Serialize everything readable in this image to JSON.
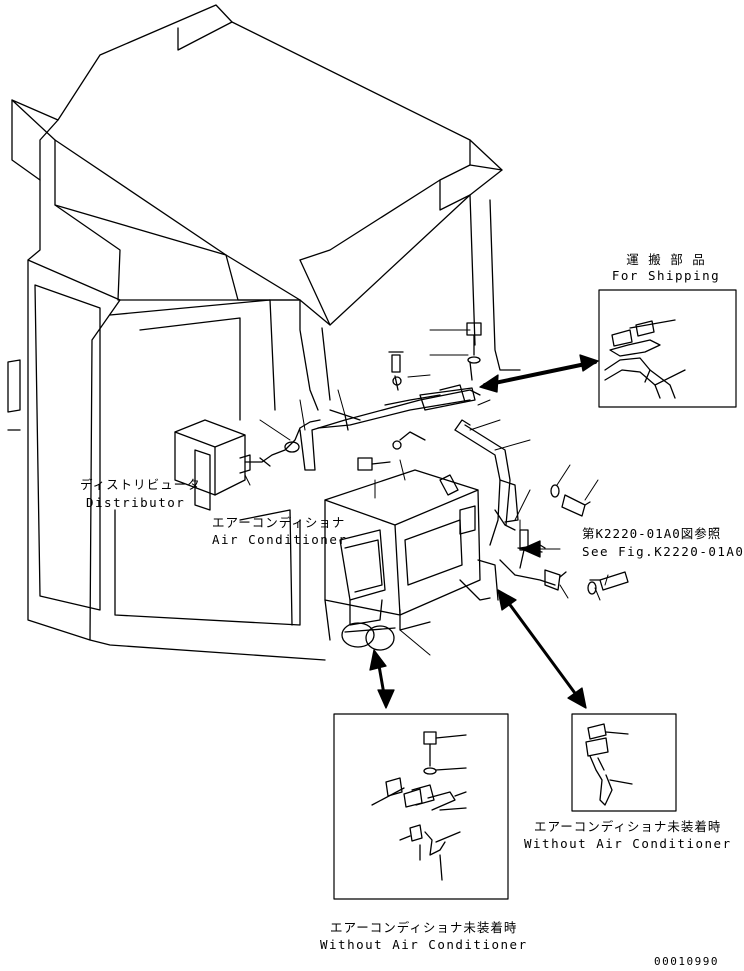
{
  "labels": {
    "shipping_jp": "運 搬 部 品",
    "shipping_en": "For Shipping",
    "distributor_jp": "ディストリビュータ",
    "distributor_en": "Distributor",
    "aircon_jp": "エアーコンディショナ",
    "aircon_en": "Air Conditioner",
    "ref_jp": "第K2220-01A0図参照",
    "ref_en": "See Fig.K2220-01A0",
    "without_right_jp": "エアーコンディショナ未装着時",
    "without_right_en": "Without Air Conditioner",
    "without_bottom_jp": "エアーコンディショナ未装着時",
    "without_bottom_en": "Without Air Conditioner",
    "drawing_number": "00010990"
  }
}
